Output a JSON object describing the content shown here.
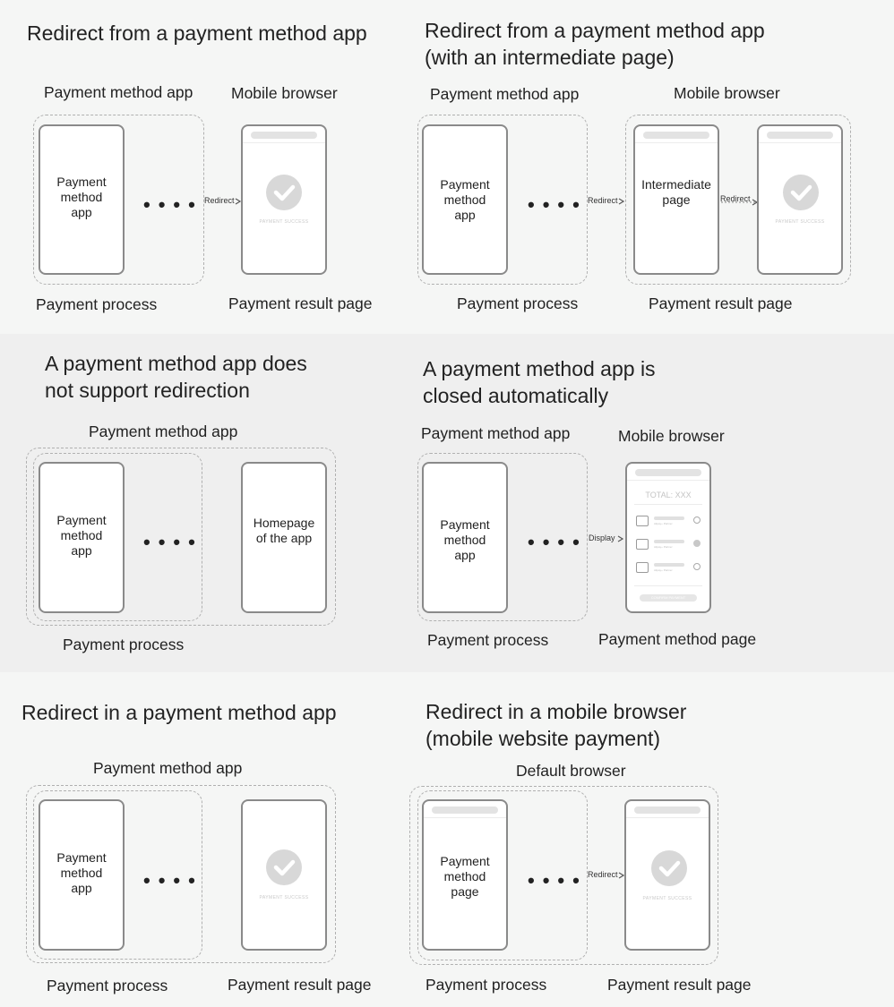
{
  "panels": {
    "p1": {
      "title": "Redirect from a payment method app",
      "label_app": "Payment method app",
      "label_browser": "Mobile browser",
      "phone_app": "Payment\nmethod\napp",
      "arrow": "Redirect",
      "success": "PAYMENT SUCCESS",
      "label_process": "Payment process",
      "label_result": "Payment result page"
    },
    "p2": {
      "title": "Redirect from a payment method app\n(with an intermediate page)",
      "label_app": "Payment method app",
      "label_browser": "Mobile browser",
      "phone_app": "Payment\nmethod\napp",
      "phone_intermediate": "Intermediate\npage",
      "arrow1": "Redirect",
      "arrow2": "Redirect",
      "success": "PAYMENT SUCCESS",
      "label_process": "Payment process",
      "label_result": "Payment result page"
    },
    "p3": {
      "title": "A payment method app does\nnot support redirection",
      "label_app": "Payment method app",
      "phone_app": "Payment\nmethod\napp",
      "phone_home": "Homepage\nof the app",
      "label_process": "Payment process"
    },
    "p4": {
      "title": "A payment method app is\nclosed automatically",
      "label_app": "Payment method app",
      "label_browser": "Mobile browser",
      "phone_app": "Payment\nmethod\napp",
      "arrow": "Display",
      "total": "TOTAL: XXX",
      "row_text": "Alipay+ Partner",
      "confirm": "CONFIRM PAYMENT",
      "label_process": "Payment process",
      "label_method_page": "Payment method page"
    },
    "p5": {
      "title": "Redirect in a payment method app",
      "label_app": "Payment method app",
      "phone_app": "Payment\nmethod\napp",
      "success": "PAYMENT SUCCESS",
      "label_process": "Payment process",
      "label_result": "Payment result page"
    },
    "p6": {
      "title": "Redirect in a mobile browser\n(mobile website payment)",
      "label_browser": "Default browser",
      "phone_page": "Payment\nmethod\npage",
      "arrow": "Redirect",
      "success": "PAYMENT SUCCESS",
      "label_process": "Payment process",
      "label_result": "Payment result page"
    }
  },
  "colors": {
    "band_light": "#f5f6f5",
    "band_dark": "#efefef",
    "phone_border": "#8a8a8a",
    "dash": "#b0b0b0"
  }
}
